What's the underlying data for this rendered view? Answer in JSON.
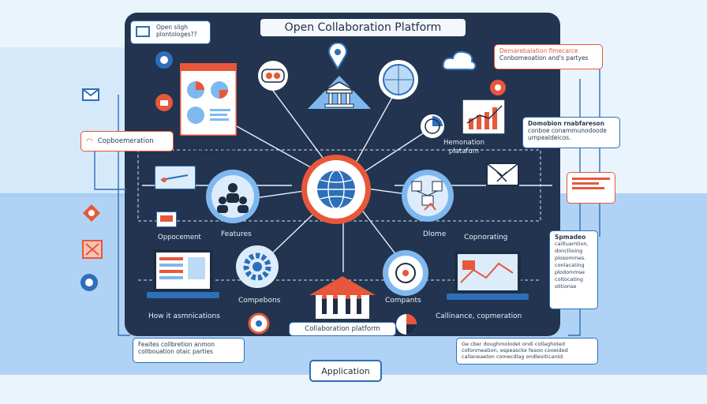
{
  "title": "Open Collaboration Platform",
  "top_left_card": "Open sligh\nplontologes??",
  "top_right_card": {
    "line1": "Demarebalation fimecarce",
    "line2": "Conbomeoation and's partyes"
  },
  "side_left_card": "Copboemeration",
  "side_right_card": {
    "title": "Domobion rnabfareson",
    "body": "conboe conammunodoode\numpealdeicos."
  },
  "right_panel": {
    "title": "Spmadeo",
    "lines": [
      "cailtuamtion,",
      "doncllioing",
      "plosommes.",
      "conlacating",
      "plodommse",
      "coltocating",
      "olitionse"
    ]
  },
  "node_labels": {
    "collaboration_left": "Colnpopertien",
    "harmonization": "Hemonation\nplatafum",
    "appointment": "Oppocement",
    "features": "Features",
    "done": "Dlome",
    "coopnerating": "Copnorating",
    "components_left": "Compebons",
    "components_right": "Compants",
    "how": "How it asmnications",
    "compliance": "Callinance, copmeration"
  },
  "bottom_center": "Collaboration platform",
  "bottom_left_note": "Feaites collbretion anmon\ncollbouation otaic parties",
  "bottom_right_note": "Ge cber doughmolodet ondi collaghoted\ncofonmeation, espeascke feaoo cooeided\ncallaneaeton comecdlag ondleoiticantd.",
  "application_button": "Application",
  "colors": {
    "board": "#22344f",
    "accent_red": "#e8573b",
    "accent_blue": "#2d6fb8",
    "light_blue": "#7fb8ef"
  },
  "icons": [
    "globe-icon",
    "bank-icon",
    "location-pin-icon",
    "cloud-icon",
    "chat-icon",
    "team-icon",
    "gear-icon",
    "laptop-icon",
    "mail-icon",
    "wifi-icon",
    "chart-icon",
    "network-icon"
  ]
}
